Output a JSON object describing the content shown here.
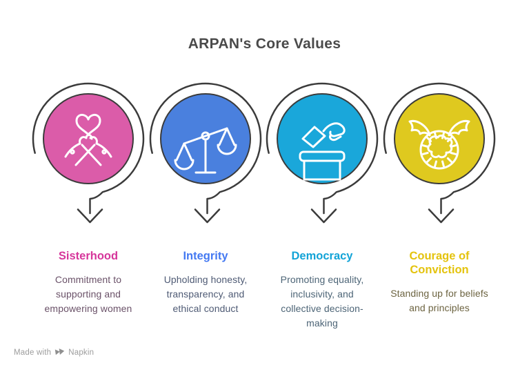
{
  "title": "ARPAN's Core Values",
  "values": [
    {
      "id": "sisterhood",
      "label": "Sisterhood",
      "description": "Commitment to supporting and empowering women",
      "icon": "heart-hands",
      "circle_color": "#DB5CA9",
      "label_color": "#D6369B",
      "desc_color": "#6A5168"
    },
    {
      "id": "integrity",
      "label": "Integrity",
      "description": "Upholding honesty, transparency, and ethical conduct",
      "icon": "balance-scale",
      "circle_color": "#4A80DE",
      "label_color": "#4479F2",
      "desc_color": "#4E5A74"
    },
    {
      "id": "democracy",
      "label": "Democracy",
      "description": "Promoting equality, inclusivity, and collective decision-making",
      "icon": "ballot-box",
      "circle_color": "#1AA7DA",
      "label_color": "#12A3D7",
      "desc_color": "#4C6476"
    },
    {
      "id": "courage-of-conviction",
      "label": "Courage of Conviction",
      "description": "Standing up for beliefs and principles",
      "icon": "winged-lion",
      "circle_color": "#DFC91F",
      "label_color": "#E4C30E",
      "desc_color": "#6C6340"
    }
  ],
  "colors": {
    "outline": "#3B3B3B",
    "title": "#4A4A4A",
    "footer_text": "#9C9C9C",
    "logo": "#8F8F8F",
    "icon_stroke": "#FFFFFF",
    "background": "#FFFFFF"
  },
  "footer": {
    "made_with": "Made with",
    "brand": "Napkin"
  }
}
